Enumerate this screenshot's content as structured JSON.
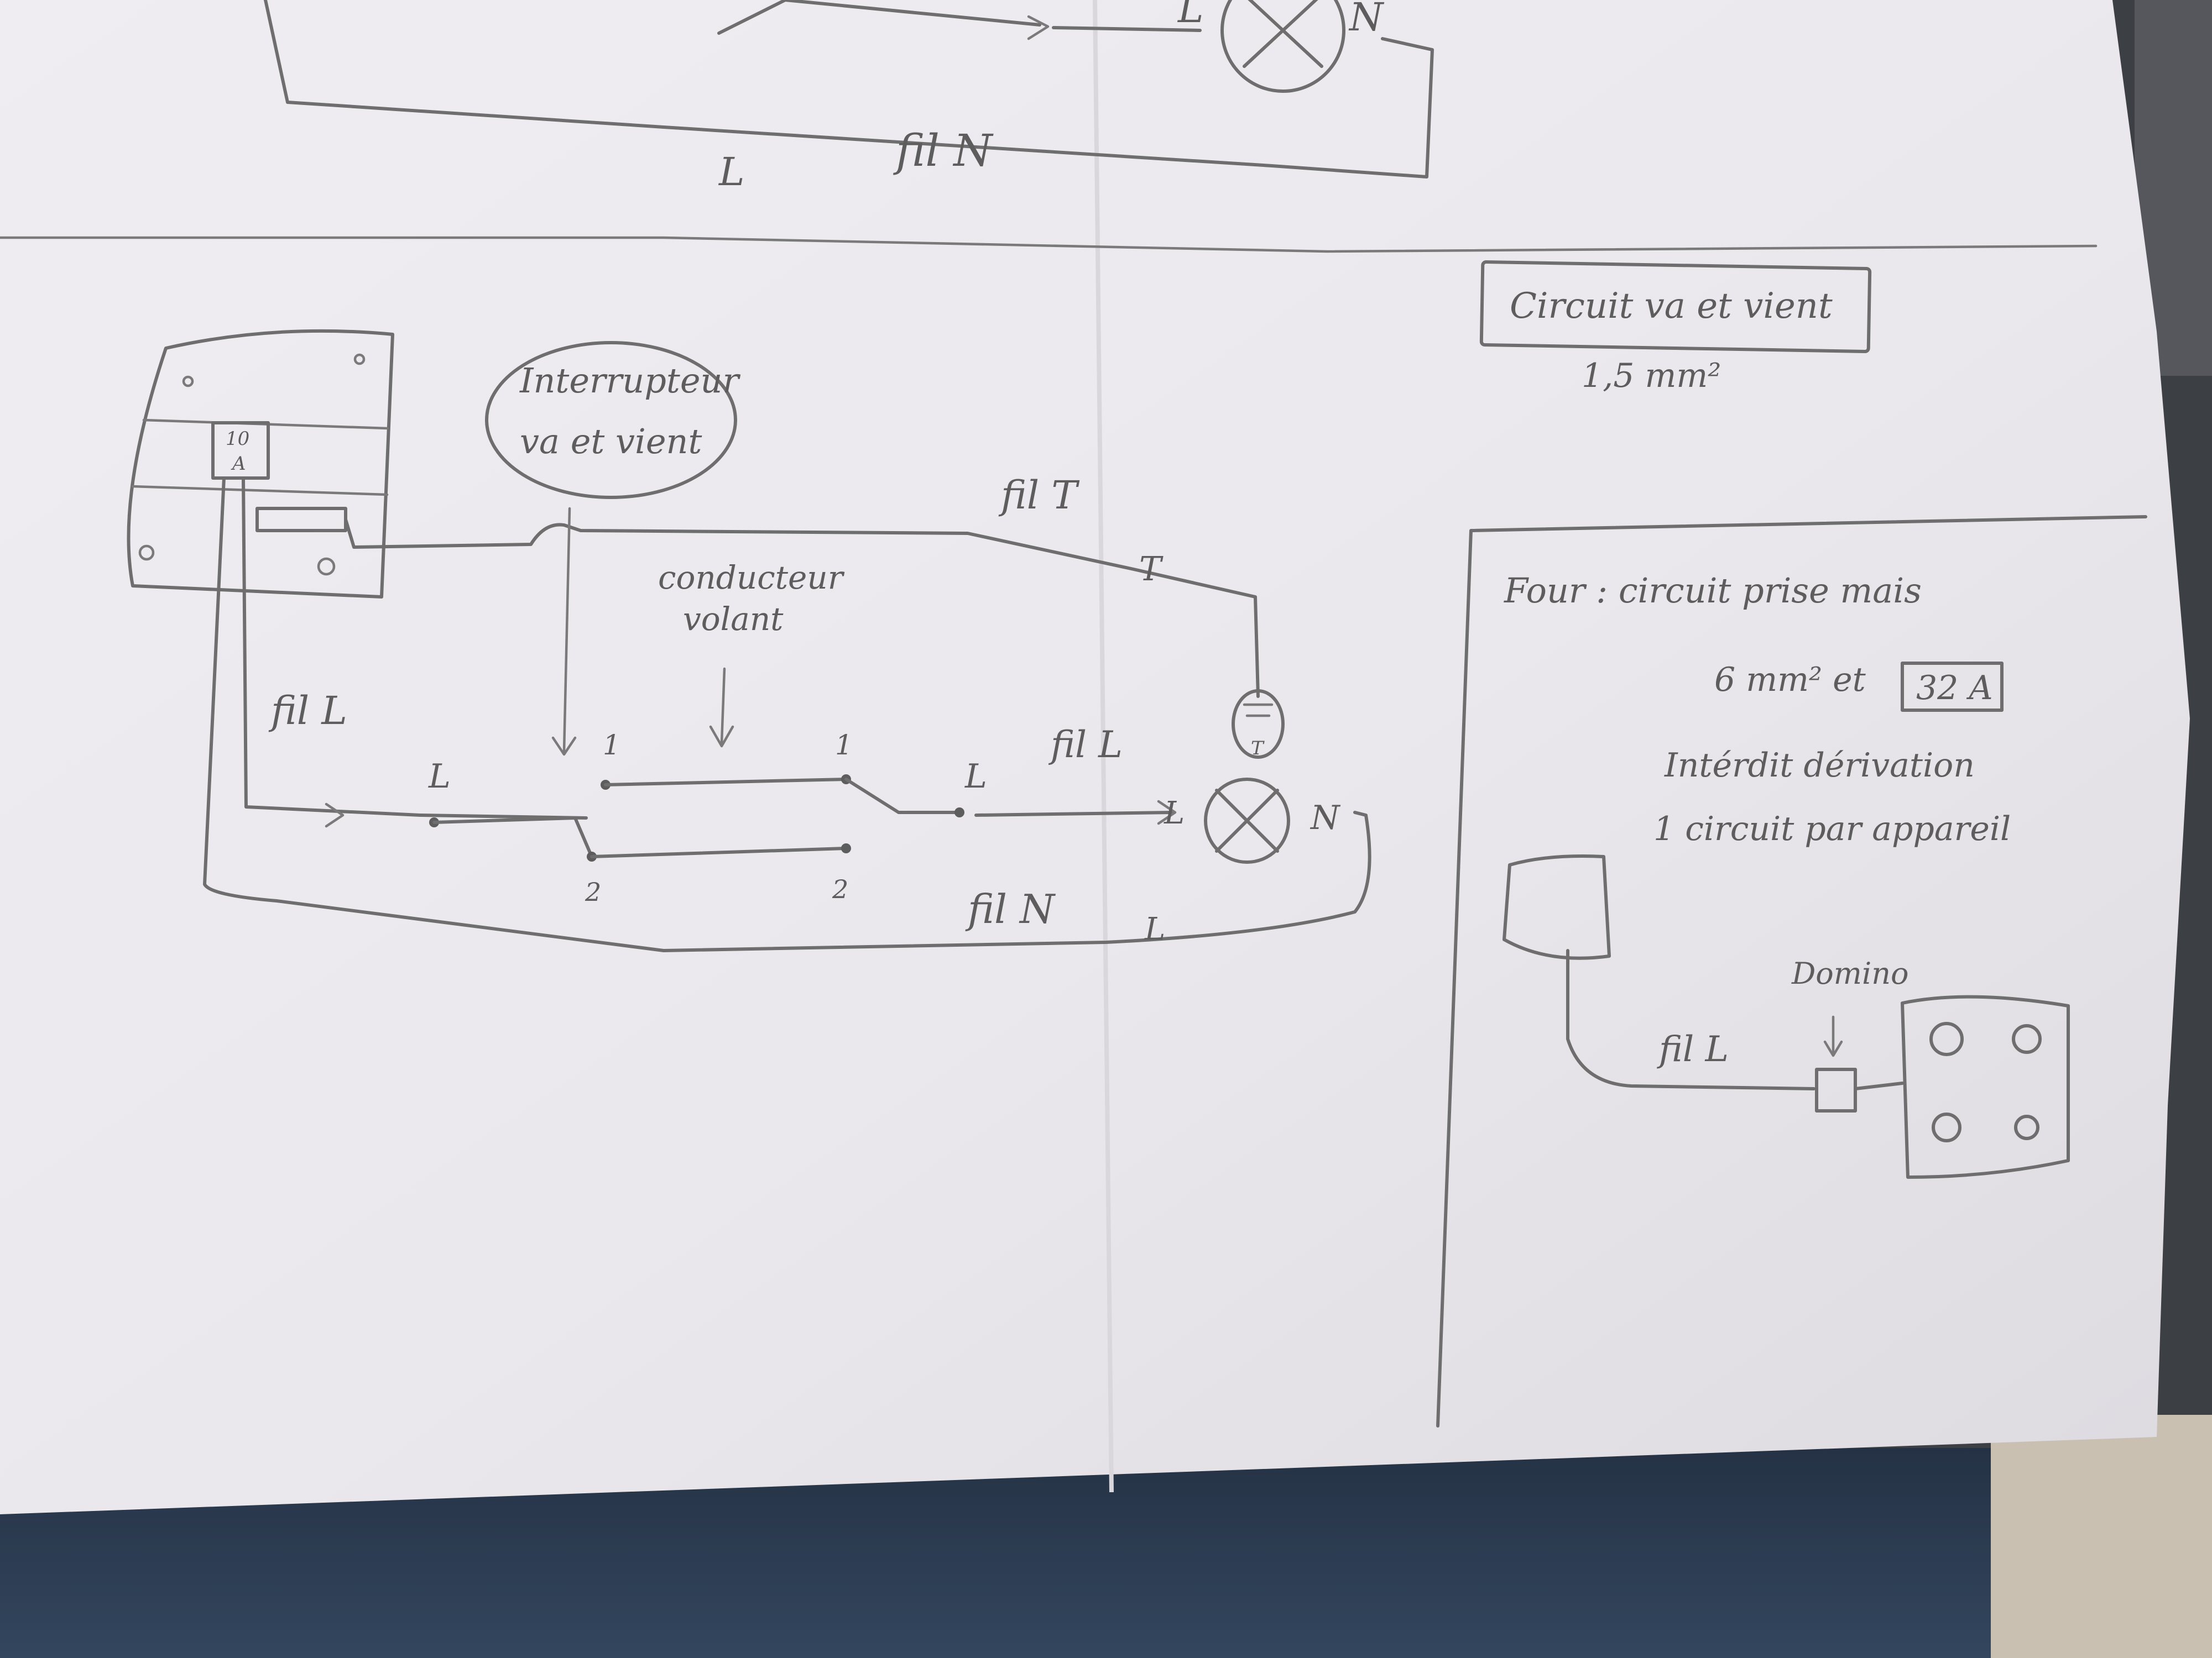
{
  "top_section": {
    "label_l": "L",
    "label_n": "N",
    "fil_n": "fil N",
    "return_l": "L"
  },
  "va_et_vient": {
    "interrupteur_bubble": [
      "Interrupteur",
      "va et vient"
    ],
    "fil_t": "fil T",
    "fil_l": "fil L",
    "conducteur_label": [
      "conducteur",
      "volant"
    ],
    "switch_left_common": "L",
    "switch_left_terminal_1": "1",
    "switch_left_terminal_2": "2",
    "switch_right_terminal_1": "1",
    "switch_right_terminal_2": "2",
    "switch_right_common": "L",
    "fil_l_lamp": "fil L",
    "lamp_label_l": "L",
    "lamp_label_n": "N",
    "fil_n": "fil N",
    "return_l": "L",
    "earth_label": "T",
    "t_top": "T",
    "panel_breaker": [
      "10",
      "A"
    ]
  },
  "info_box": {
    "title": "Circuit va et vient",
    "section": "1,5 mm²"
  },
  "four_box": {
    "line1": "Four : circuit prise mais",
    "line2_prefix": "6 mm² et",
    "amperage": "32 A",
    "line3": "Intérdit dérivation",
    "line4": "1 circuit par appareil",
    "domino_label": "Domino",
    "fil_l": "fil L"
  },
  "colors": {
    "paper": "#eceaee",
    "pencil": "#6e6e6e",
    "jeans": "#2b3a4e",
    "background": "#3c3f44"
  }
}
